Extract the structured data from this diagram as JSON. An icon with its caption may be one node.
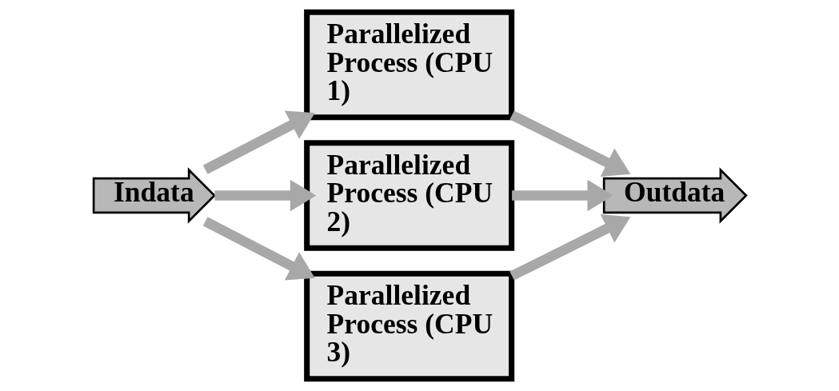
{
  "diagram": {
    "nodes": [
      {
        "text": [
          "Indata"
        ]
      },
      {
        "text": [
          "Parallelized Process (CPU 1)"
        ]
      },
      {
        "text": [
          "Parallelized Process (CPU 2)"
        ]
      },
      {
        "text": [
          "Parallelized Process (CPU 3)"
        ]
      },
      {
        "text": [
          "Outdata"
        ]
      }
    ],
    "edges": [
      {
        "from": 0,
        "to": 1,
        "arrow": "to"
      },
      {
        "from": 0,
        "to": 2,
        "arrow": "to"
      },
      {
        "from": 0,
        "to": 3,
        "arrow": "to"
      },
      {
        "from": 1,
        "to": 4,
        "arrow": "to"
      },
      {
        "from": 2,
        "to": 4,
        "arrow": "to"
      },
      {
        "from": 3,
        "to": 4,
        "arrow": "to"
      }
    ]
  }
}
